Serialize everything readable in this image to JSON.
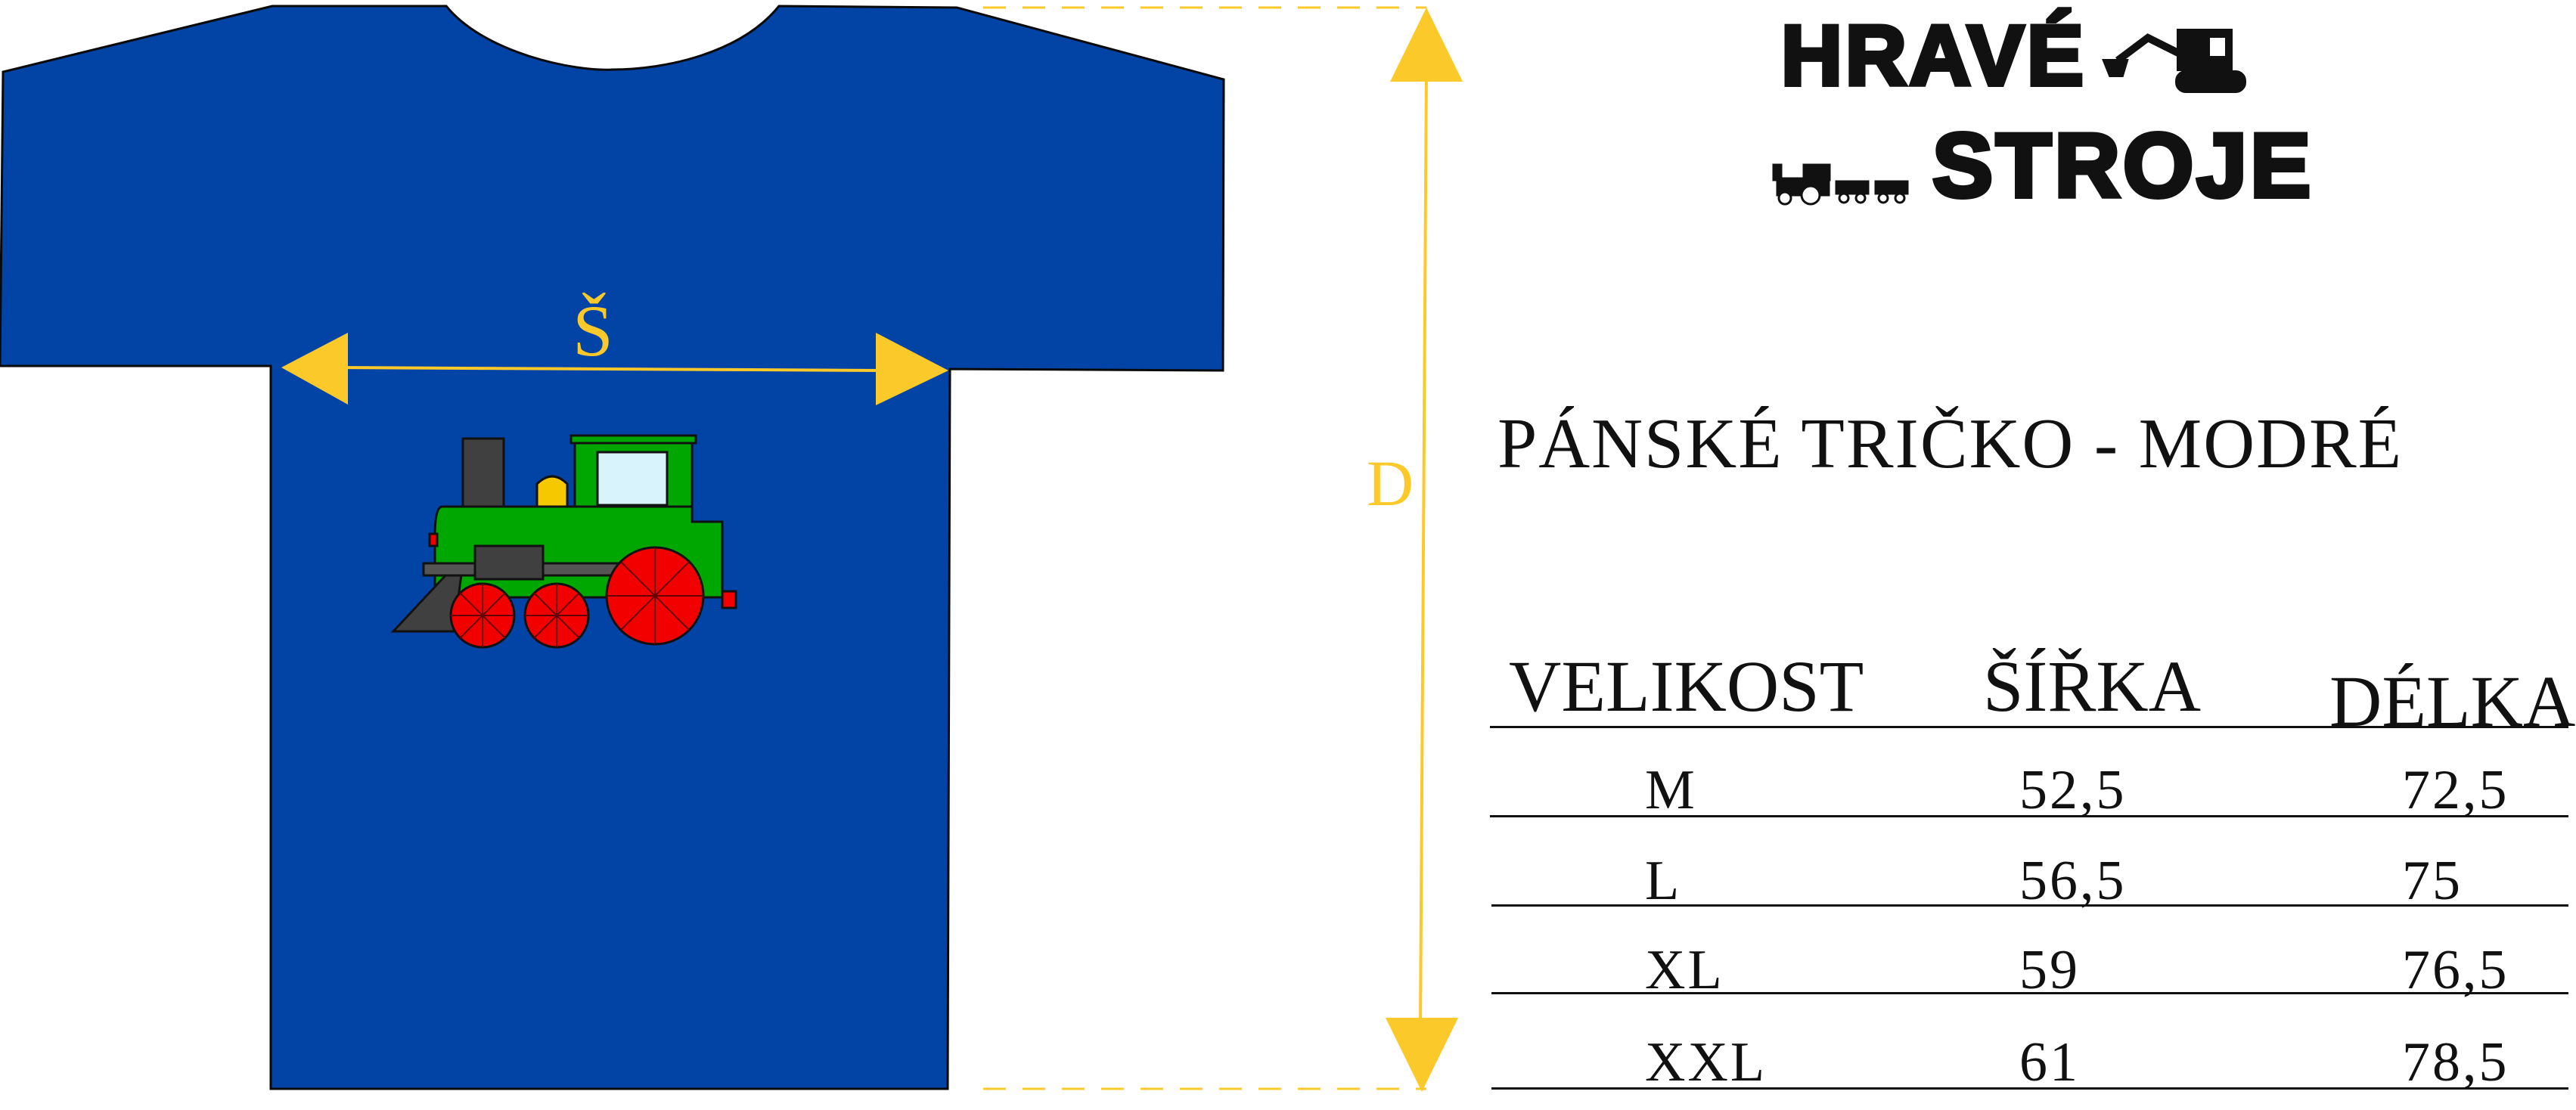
{
  "brand": {
    "line1": "HRAVÉ",
    "line2": "STROJE"
  },
  "icons": {
    "excavator": "excavator-icon",
    "train": "train-icon"
  },
  "colors": {
    "shirt": "#0244a6",
    "measure": "#fcc92b",
    "locomotive_body": "#00a700",
    "wheels": "#f20000"
  },
  "measure": {
    "width_label": "Š",
    "length_label": "D"
  },
  "product": {
    "title": "PÁNSKÉ TRIČKO - MODRÉ"
  },
  "table": {
    "headers": [
      "VELIKOST",
      "ŠÍŘKA",
      "DÉLKA"
    ],
    "rows": [
      [
        "M",
        "52,5",
        "72,5"
      ],
      [
        "L",
        "56,5",
        "75"
      ],
      [
        "XL",
        "59",
        "76,5"
      ],
      [
        "XXL",
        "61",
        "78,5"
      ]
    ]
  }
}
